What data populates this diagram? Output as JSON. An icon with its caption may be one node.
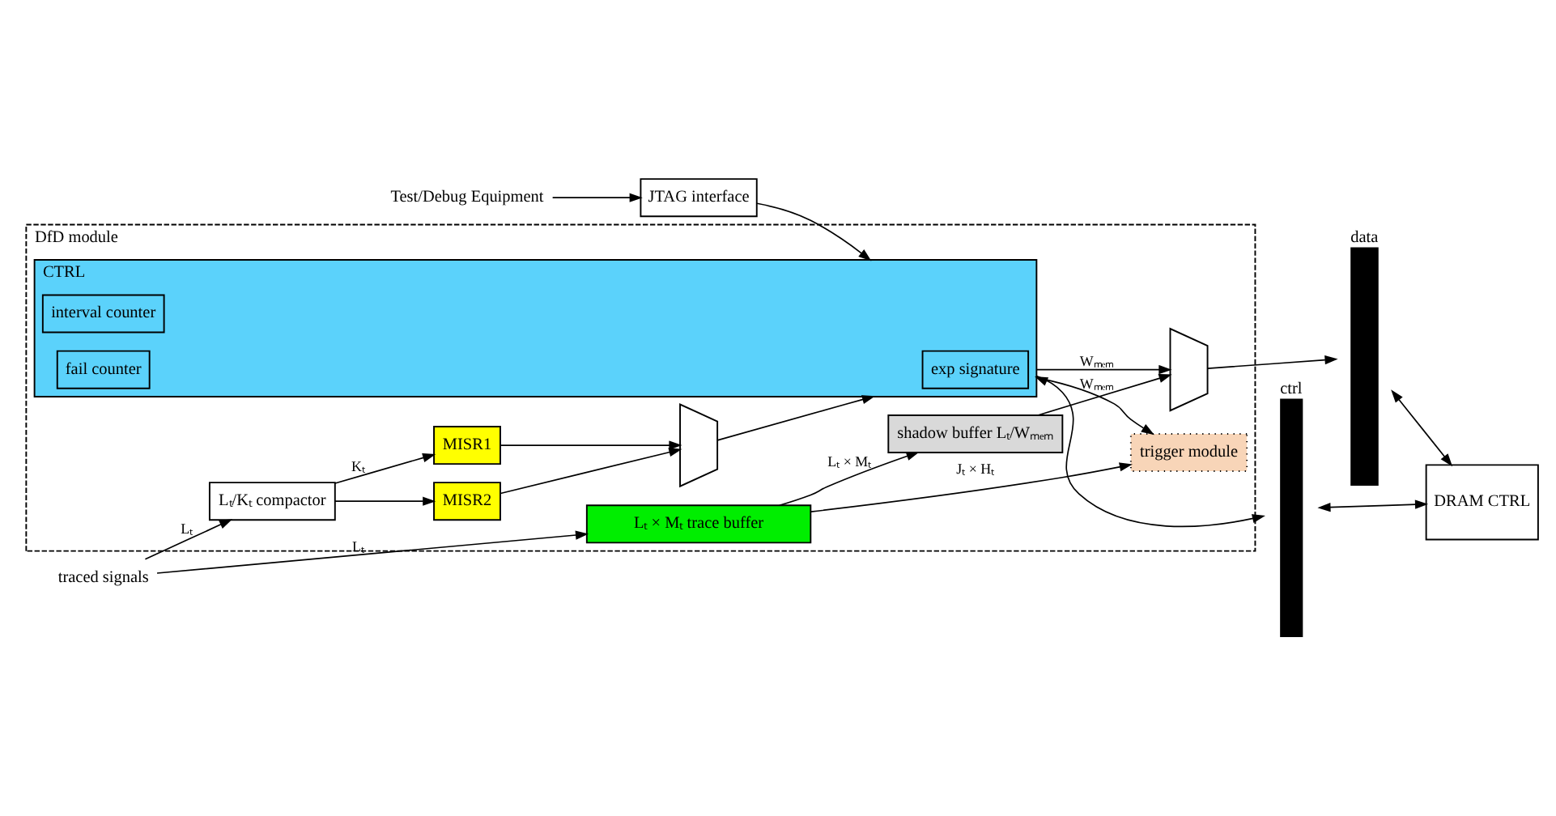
{
  "diagram": {
    "nodes": [
      {
        "text": [
          "DfD module"
        ]
      },
      {
        "text": [
          "traced signals"
        ]
      },
      {
        "text": [
          "Lₜ × Mₜ trace buffer"
        ],
        "in": 0
      },
      {
        "text": [
          "Lₜ/Kₜ compactor"
        ],
        "in": 0
      },
      {
        "text": [
          "trigger module"
        ],
        "in": 0
      },
      {
        "text": [
          "shadow buffer Lₜ/Wₘₑₘ"
        ],
        "in": 0
      },
      {
        "text": [
          "MISR1"
        ],
        "in": 0
      },
      {
        "text": [
          "MISR2"
        ],
        "in": 0
      },
      {
        "text": [],
        "shape": "trapezoid",
        "in": 0
      },
      {
        "text": [
          "CTRL"
        ],
        "in": 0
      },
      {
        "text": [
          "exp signature"
        ],
        "in": 9
      },
      {
        "text": [
          "interval counter"
        ],
        "in": 9
      },
      {
        "text": [
          "fail counter"
        ],
        "in": 9
      },
      {
        "text": [],
        "shape": "trapezoid",
        "in": 0
      },
      {
        "text": [
          "data"
        ]
      },
      {
        "text": [
          "ctrl"
        ]
      },
      {
        "text": [
          "DRAM CTRL"
        ]
      },
      {
        "text": [
          "Test/Debug Equipment"
        ]
      },
      {
        "text": [
          "JTAG interface"
        ]
      }
    ],
    "edges": [
      {
        "from": 1,
        "to": 2,
        "arrow": "to",
        "label": "Lₜ"
      },
      {
        "from": 1,
        "to": 3,
        "arrow": "to",
        "label": "Lₜ"
      },
      {
        "from": 2,
        "to": 4,
        "arrow": "to",
        "label": "Jₜ × Hₜ"
      },
      {
        "from": 2,
        "to": 5,
        "arrow": "to",
        "label": "Lₜ × Mₜ"
      },
      {
        "from": 3,
        "to": 6,
        "arrow": "to",
        "label": "Kₜ"
      },
      {
        "from": 3,
        "to": 7,
        "arrow": "to"
      },
      {
        "from": 6,
        "to": 8,
        "arrow": "to"
      },
      {
        "from": 7,
        "to": 8,
        "arrow": "to"
      },
      {
        "from": 8,
        "to": 9,
        "arrow": "to"
      },
      {
        "from": 9,
        "to": 4,
        "arrow": "both"
      },
      {
        "from": 5,
        "to": 13,
        "arrow": "to",
        "label": "Wₘₑₘ"
      },
      {
        "from": 9,
        "to": 13,
        "arrow": "to",
        "label": "Wₘₑₘ"
      },
      {
        "from": 13,
        "to": 14,
        "arrow": "to"
      },
      {
        "from": 9,
        "to": 15,
        "arrow": "to"
      },
      {
        "from": 14,
        "to": 16,
        "arrow": "both"
      },
      {
        "from": 15,
        "to": 16,
        "arrow": "both"
      },
      {
        "from": 17,
        "to": 18,
        "arrow": "to"
      },
      {
        "from": 18,
        "to": 9,
        "arrow": "to"
      }
    ]
  }
}
